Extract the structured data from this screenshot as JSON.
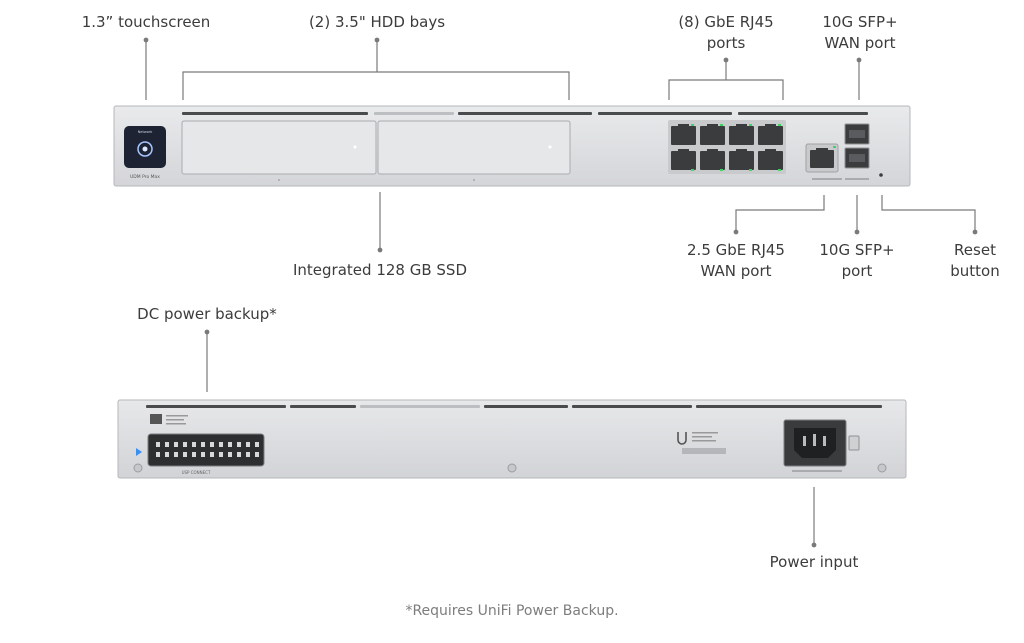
{
  "front": {
    "labels": {
      "touchscreen": "1.3” touchscreen",
      "hdd_bays": "(2) 3.5\" HDD bays",
      "gbe_ports": "(8) GbE RJ45\nports",
      "sfp_wan": "10G SFP+\nWAN port",
      "ssd": "Integrated 128 GB SSD",
      "wan_25": "2.5 GbE RJ45\nWAN port",
      "sfp_port": "10G SFP+\nport",
      "reset": "Reset\nbutton"
    },
    "device": {
      "model_text": "UDM Pro Max",
      "screen_text": "Network"
    }
  },
  "rear": {
    "labels": {
      "dc_backup": "DC power backup*",
      "power_input": "Power input"
    },
    "device": {
      "connector_text": "USP CONNECT"
    }
  },
  "footnote": "*Requires UniFi Power Backup.",
  "colors": {
    "chassis": "#dfe0e2",
    "chassis_edge": "#b9bbbe",
    "vent": "#4a4b4d",
    "port_green": "#3fd36a",
    "screen": "#1d2333",
    "line": "#6b6b6b"
  }
}
